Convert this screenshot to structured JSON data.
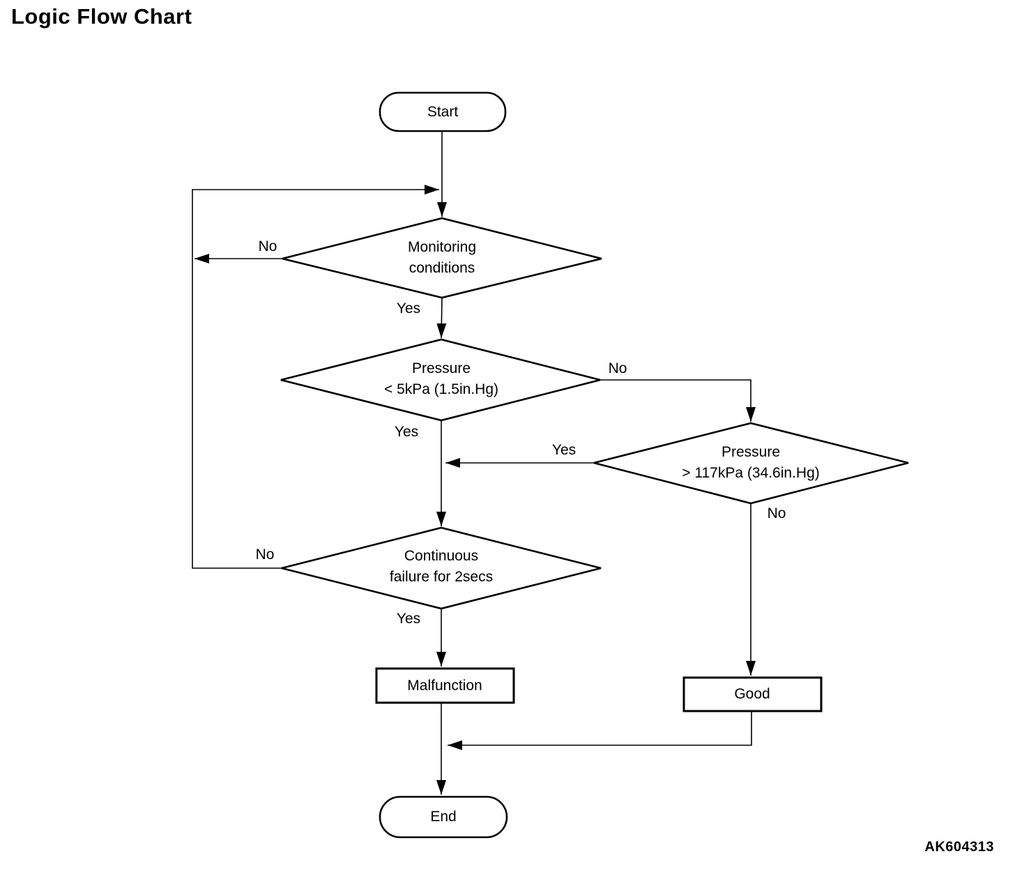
{
  "title": "Logic Flow Chart",
  "figure_code": "AK604313",
  "colors": {
    "ink": "#000000",
    "background": "#ffffff"
  },
  "flowchart": {
    "nodes": {
      "start": {
        "type": "terminator",
        "label": "Start"
      },
      "monitoring": {
        "type": "decision",
        "label": "Monitoring\nconditions"
      },
      "pressure_low": {
        "type": "decision",
        "label": "Pressure\n< 5kPa (1.5in.Hg)"
      },
      "pressure_high": {
        "type": "decision",
        "label": "Pressure\n> 117kPa (34.6in.Hg)"
      },
      "continuous_failure": {
        "type": "decision",
        "label": "Continuous\nfailure for 2secs"
      },
      "malfunction": {
        "type": "process",
        "label": "Malfunction"
      },
      "good": {
        "type": "process",
        "label": "Good"
      },
      "end": {
        "type": "terminator",
        "label": "End"
      }
    },
    "edge_labels": {
      "monitoring_no": "No",
      "monitoring_yes": "Yes",
      "pressure_low_no": "No",
      "pressure_low_yes": "Yes",
      "pressure_high_yes": "Yes",
      "pressure_high_no": "No",
      "continuous_failure_no": "No",
      "continuous_failure_yes": "Yes"
    }
  }
}
